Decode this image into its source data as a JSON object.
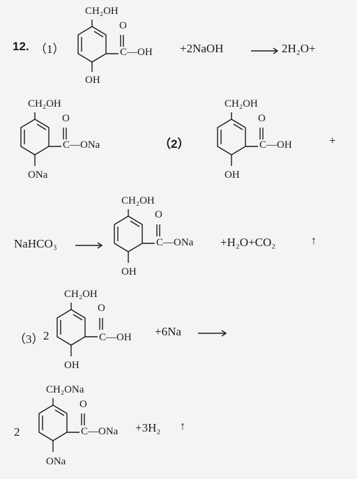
{
  "problem": {
    "number": "12.",
    "part1": {
      "label": "（1）",
      "reactant": {
        "top": "CH₂OH",
        "carbonyl_o": "O",
        "acid": "C—OH",
        "bottom": "OH"
      },
      "reagents": "+2NaOH",
      "products": "2H₂O+",
      "product": {
        "top": "CH₂OH",
        "carbonyl_o": "O",
        "acid": "C—ONa",
        "bottom": "ONa"
      }
    },
    "part2": {
      "label": "（2）",
      "reactant": {
        "top": "CH₂OH",
        "carbonyl_o": "O",
        "acid": "C—OH",
        "bottom": "OH"
      },
      "plus": "+",
      "reagent": "NaHCO₃",
      "product": {
        "top": "CH₂OH",
        "carbonyl_o": "O",
        "acid": "C—ONa",
        "bottom": "OH"
      },
      "byproducts": "+H₂O+CO₂",
      "gas_arrow": "↑"
    },
    "part3": {
      "label": "（3）",
      "coefficient": "2",
      "reactant": {
        "top": "CH₂OH",
        "carbonyl_o": "O",
        "acid": "C—OH",
        "bottom": "OH"
      },
      "reagent": "+6Na",
      "product_coefficient": "2",
      "product": {
        "top": "CH₂ONa",
        "carbonyl_o": "O",
        "acid": "C—ONa",
        "bottom": "ONa"
      },
      "byproduct": "+3H₂",
      "gas_arrow": "↑"
    }
  }
}
